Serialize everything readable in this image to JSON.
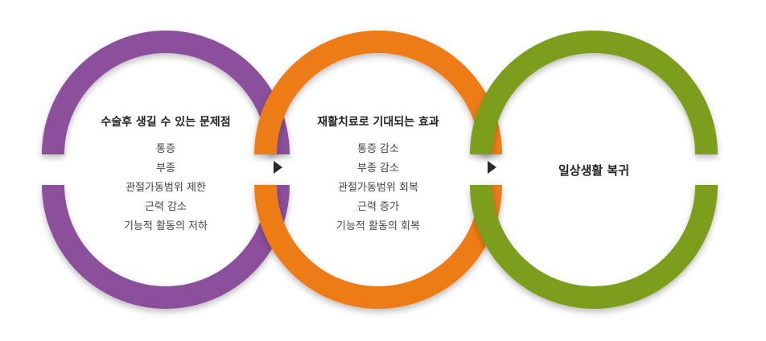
{
  "stages": [
    {
      "title": "수술후 생길 수 있는 문제점",
      "items": [
        "통증",
        "부종",
        "관절가동범위 제한",
        "근력 감소",
        "기능적 활동의 저하"
      ],
      "color": "#8b4f9c"
    },
    {
      "title": "재활치료로 기대되는 효과",
      "items": [
        "통증 감소",
        "부종 감소",
        "관절가동범위 회복",
        "근력 증가",
        "기능적 활동의 회복"
      ],
      "color": "#ee7b16"
    },
    {
      "title": "일상생활 복귀",
      "items": [],
      "color": "#7b9e1c"
    }
  ],
  "arrow_color": "#2a2a2a",
  "arrow_icon": "triangle-right"
}
